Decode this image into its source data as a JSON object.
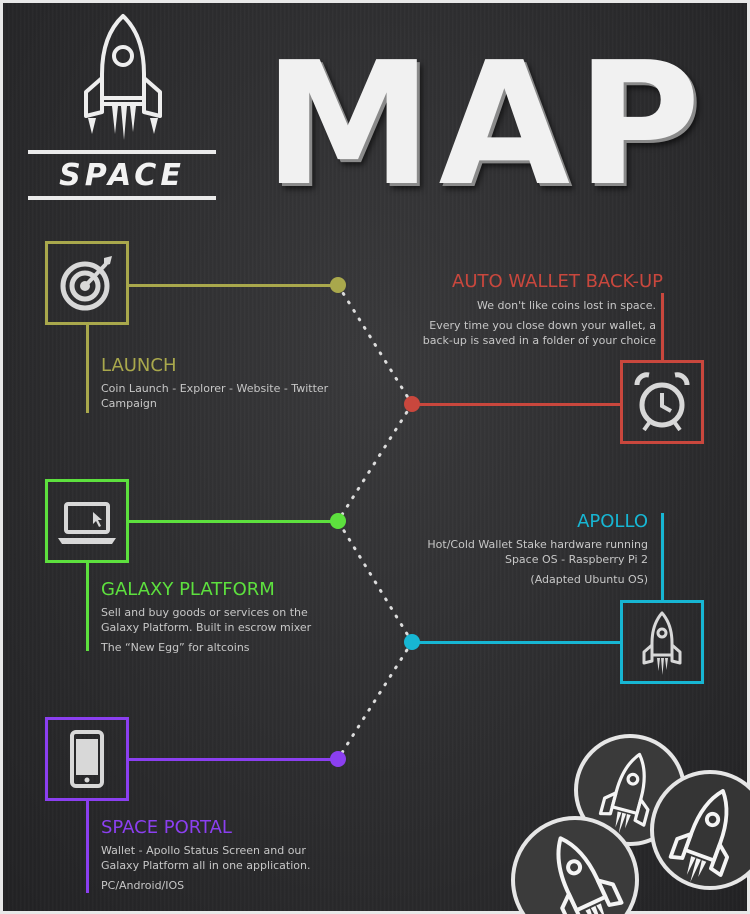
{
  "header": {
    "logo_word": "SPACE",
    "title": "MAP"
  },
  "colors": {
    "launch": "#a9a84c",
    "wallet": "#c9473d",
    "galaxy": "#5de03e",
    "apollo": "#17b6d3",
    "portal": "#8b3ff0"
  },
  "roadmap": [
    {
      "key": "launch",
      "icon": "target-icon",
      "title": "LAUNCH",
      "lines": [
        "Coin Launch - Explorer - Website - Twitter",
        "Campaign"
      ]
    },
    {
      "key": "wallet",
      "icon": "alarm-clock-icon",
      "title": "AUTO WALLET BACK-UP",
      "lines": [
        "We don't like coins lost in space.",
        "Every time you close down your wallet, a",
        "back-up is saved in a folder of your choice"
      ]
    },
    {
      "key": "galaxy",
      "icon": "laptop-icon",
      "title": "GALAXY PLATFORM",
      "lines": [
        "Sell and buy goods or services on the",
        "Galaxy Platform. Built in escrow mixer",
        "The “New Egg” for altcoins"
      ]
    },
    {
      "key": "apollo",
      "icon": "rocket-icon",
      "title": "APOLLO",
      "lines": [
        "Hot/Cold Wallet Stake hardware  running",
        "Space  OS - Raspberry Pi 2",
        "(Adapted Ubuntu OS)"
      ]
    },
    {
      "key": "portal",
      "icon": "smartphone-icon",
      "title": "SPACE PORTAL",
      "lines": [
        "Wallet - Apollo Status Screen and our",
        "Galaxy Platform all in one application.",
        "PC/Android/IOS"
      ]
    }
  ]
}
